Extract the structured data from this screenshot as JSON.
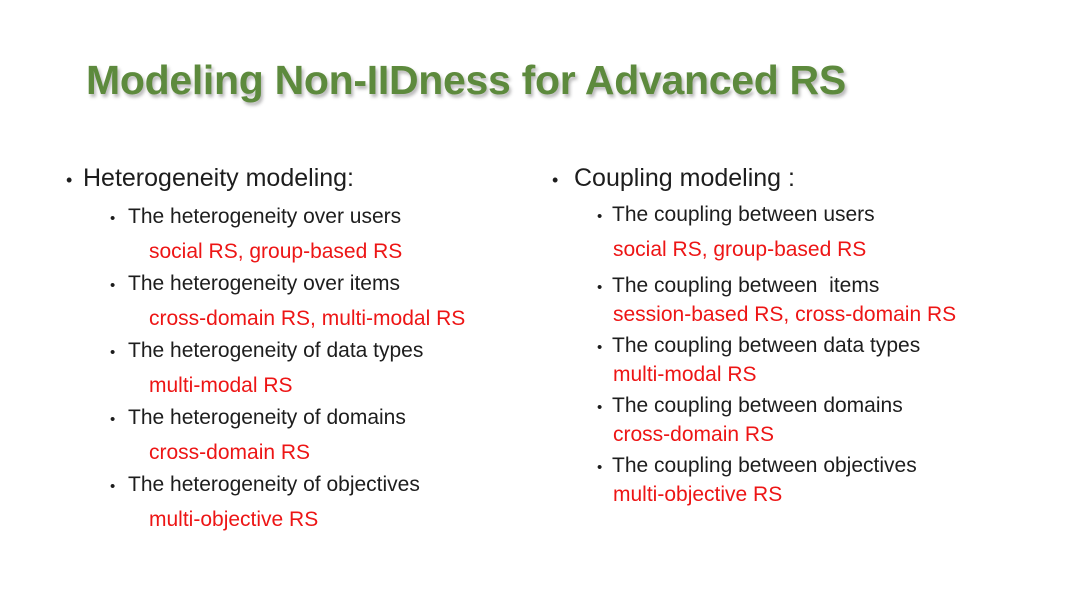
{
  "slide": {
    "title": "Modeling Non-IIDness for Advanced RS",
    "bullet_char": "•",
    "colors": {
      "title_green": "#5d8a3d",
      "body_black": "#1d1d1d",
      "example_red": "#ed1515",
      "background": "#ffffff"
    },
    "columns": [
      {
        "heading": "Heterogeneity modeling:",
        "items": [
          {
            "text": "The heterogeneity over users",
            "example": "social RS, group-based RS"
          },
          {
            "text": "The heterogeneity over items",
            "example": "cross-domain RS, multi-modal RS"
          },
          {
            "text": "The heterogeneity of data types",
            "example": "multi-modal RS"
          },
          {
            "text": "The heterogeneity of domains",
            "example": "cross-domain RS"
          },
          {
            "text": "The heterogeneity of objectives",
            "example": "multi-objective RS"
          }
        ]
      },
      {
        "heading": "Coupling modeling :",
        "items": [
          {
            "text": "The coupling between users",
            "example": "social RS, group-based RS"
          },
          {
            "text": "The coupling between  items",
            "example": "session-based RS, cross-domain RS"
          },
          {
            "text": "The coupling between data types",
            "example": "multi-modal RS"
          },
          {
            "text": "The coupling between domains",
            "example": "cross-domain RS"
          },
          {
            "text": "The coupling between objectives",
            "example": "multi-objective RS"
          }
        ]
      }
    ]
  }
}
